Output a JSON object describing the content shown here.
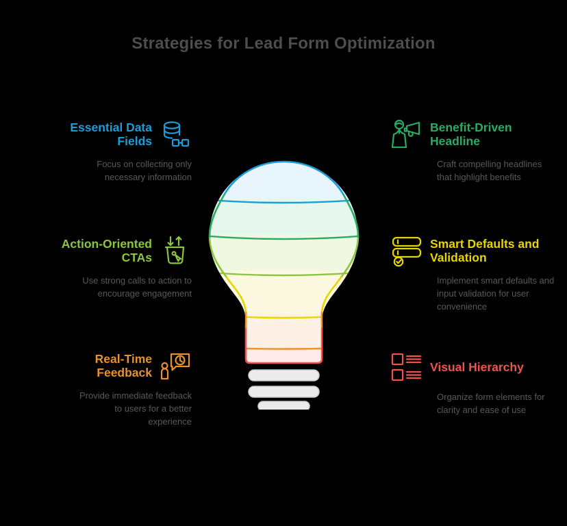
{
  "header": {
    "title": "Strategies for Lead Form Optimization",
    "title_color": "#4d4d4d"
  },
  "background_color": "#000000",
  "body_text_color": "#595959",
  "left_items": [
    {
      "heading": "Essential Data Fields",
      "description": "Focus on collecting only necessary information",
      "color": "#1b9dd9",
      "icon": "database-icon"
    },
    {
      "heading": "Action-Oriented CTAs",
      "description": "Use strong calls to action to encourage engagement",
      "color": "#8cc63e",
      "icon": "bucket-arrows-icon"
    },
    {
      "heading": "Real-Time Feedback",
      "description": "Provide immediate feedback to users for a better experience",
      "color": "#e8912d",
      "icon": "person-clock-bubble-icon"
    }
  ],
  "right_items": [
    {
      "heading": "Benefit-Driven Headline",
      "description": "Craft compelling headlines that highlight benefits",
      "color": "#2aab63",
      "icon": "person-megaphone-icon"
    },
    {
      "heading": "Smart Defaults and Validation",
      "description": "Implement smart defaults and input validation for user convenience",
      "color": "#e8d400",
      "icon": "form-fields-check-icon"
    },
    {
      "heading": "Visual Hierarchy",
      "description": "Organize form elements for clarity and ease of use",
      "color": "#ef5350",
      "icon": "checkbox-list-icon"
    }
  ],
  "bulb": {
    "label": "lightbulb-diagram",
    "bands": [
      {
        "name": "blue-band",
        "stroke": "#1b9dd9",
        "fill": "#e8f5fd"
      },
      {
        "name": "teal-band",
        "stroke": "#2aab63",
        "fill": "#e6f8ee"
      },
      {
        "name": "green-band",
        "stroke": "#8cc63e",
        "fill": "#f0f8e2"
      },
      {
        "name": "yellow-band",
        "stroke": "#e8d400",
        "fill": "#fdf8e0"
      },
      {
        "name": "orange-band",
        "stroke": "#e8912d",
        "fill": "#fdf0e4"
      },
      {
        "name": "red-band",
        "stroke": "#ef5350",
        "fill": "#fdeaea"
      }
    ],
    "base_color": "#ebebeb",
    "base_bars": 3
  }
}
